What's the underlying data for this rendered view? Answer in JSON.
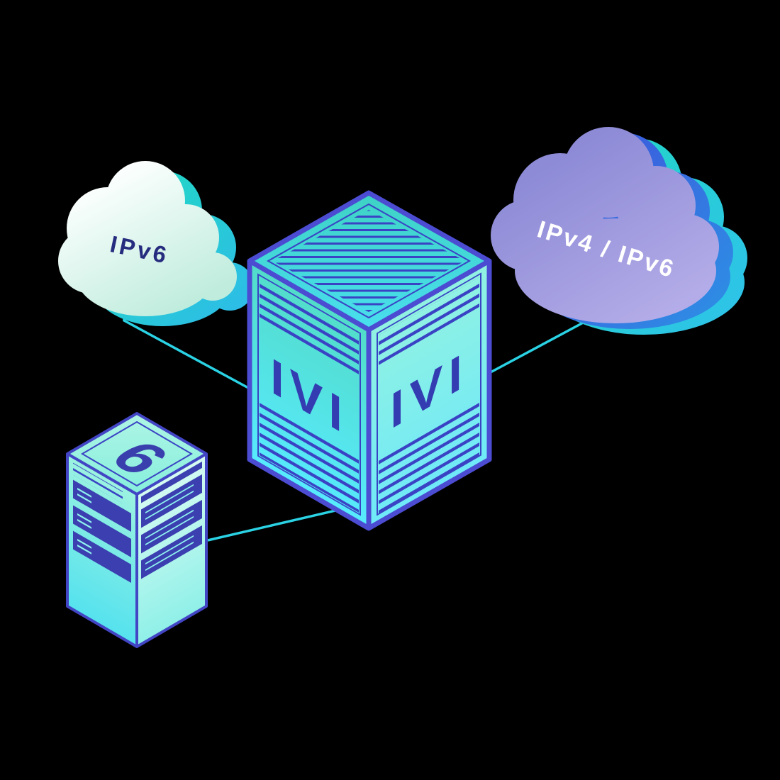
{
  "illustration": {
    "background_color": "#000000",
    "connection_line_color": "#2AD2E4",
    "left_cloud": {
      "label": "IPv6",
      "text_color": "#262C7E",
      "front_color": "#EAFBF4",
      "back_color": "#22D6C6"
    },
    "right_cloud": {
      "label": "IPv4 / IPv6",
      "text_color": "#FFFFFF",
      "front_color": "#8D8AD6",
      "back_colors": [
        "#3D55DC",
        "#22D6C6"
      ]
    },
    "ivi_box": {
      "left_face_label": "IVI",
      "right_face_label": "IVI",
      "label_color": "#343CB2",
      "edge_color": "#4B4CD2",
      "face_color_top": "#3ED2C5",
      "face_color_bottom": "#57EAFE"
    },
    "server_rack": {
      "label": "6",
      "label_color": "#3A3FAE",
      "edge_color": "#4245C4",
      "panel_color": "#3B3FB0"
    }
  }
}
